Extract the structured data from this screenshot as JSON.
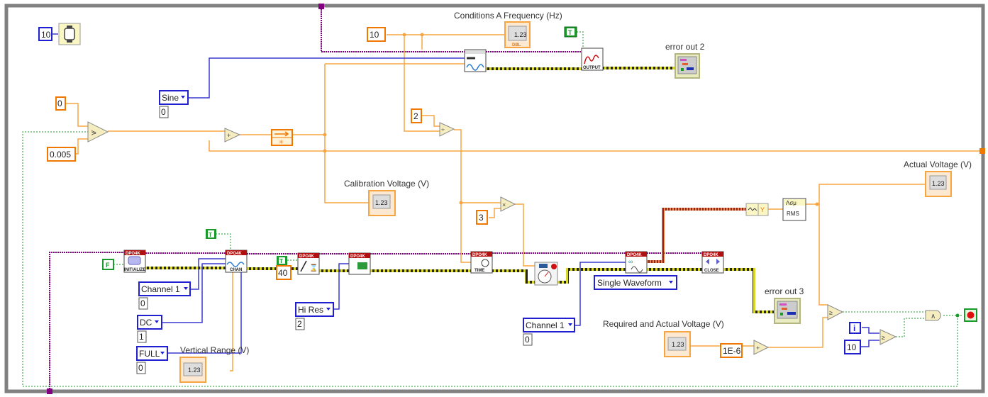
{
  "diagram": {
    "loop_type": "while-loop",
    "labels": {
      "freq": "Conditions A Frequency  (Hz)",
      "error_out_2": "error out 2",
      "calibration_voltage": "Calibration Voltage (V)",
      "actual_voltage": "Actual Voltage (V)",
      "vertical_range": "Vertical Range (V)",
      "error_out_3": "error out 3",
      "required_actual": "Required    and   Actual Voltage  (V)"
    },
    "constants": {
      "wait_ms": "10",
      "start": "0",
      "step": "0.005",
      "freq": "10",
      "divisor": "2",
      "multiplier": "3",
      "record_length": "40",
      "tolerance": "1E-6",
      "iteration_limit": "10",
      "iteration_terminal": "i",
      "bool_true_1": "T",
      "bool_true_2": "T",
      "bool_true_3": "T",
      "bool_false": "F"
    },
    "enums": {
      "waveform_type": {
        "value": "Sine",
        "index": "0"
      },
      "channel_a": {
        "value": "Channel 1",
        "index": "0"
      },
      "coupling": {
        "value": "DC",
        "index": "1"
      },
      "bandwidth": {
        "value": "FULL",
        "index": "0"
      },
      "acq_mode": {
        "value": "Hi Res",
        "index": "2"
      },
      "channel_b": {
        "value": "Channel 1",
        "index": "0"
      },
      "fetch_mode": {
        "value": "Single Waveform"
      }
    },
    "vis": {
      "dpo_header": "DPO4K",
      "initialize": "INITIALIZE",
      "chan": "CHAN",
      "time": "TIME",
      "close": "CLOSE",
      "output": "OUTPUT",
      "rms": "RMS",
      "rms_top": "Λσμ",
      "numeric_glyph": "1.23",
      "dbl": "DBL",
      "add": "+",
      "divide": "÷",
      "multiply": "×",
      "gte": "≥",
      "and": "∧",
      "y_label": "Y"
    },
    "colors": {
      "float_wire": "#f7a541",
      "enum_wire": "#3a3ad0",
      "bool_wire": "#1a9a2a",
      "error_wire": "#b5b520",
      "ref_wire": "#800080",
      "waveform_wire": "#b5462a",
      "loop_frame": "#7f7f7f"
    }
  }
}
